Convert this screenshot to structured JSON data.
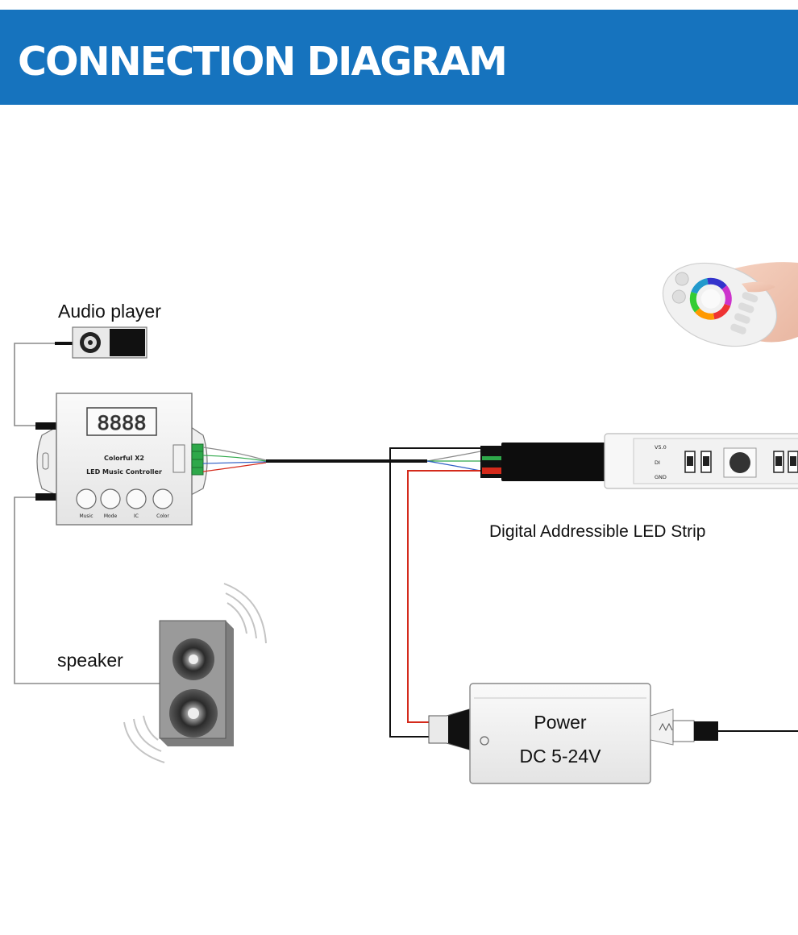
{
  "header": {
    "title": "CONNECTION DIAGRAM"
  },
  "labels": {
    "audio_player": "Audio player",
    "speaker": "speaker",
    "led_strip": "Digital Addressible LED Strip",
    "power_line1": "Power",
    "power_line2": "DC 5-24V"
  },
  "controller": {
    "display": "8888",
    "name_line1": "Colorful X2",
    "name_line2": "LED Music Controller",
    "buttons": [
      "Music",
      "Mode",
      "IC",
      "Color"
    ]
  },
  "strip": {
    "pads": [
      "V5.0",
      "DI",
      "GND"
    ]
  },
  "colors": {
    "header_bg": "#1673be",
    "wire_black": "#111111",
    "wire_red": "#d42a1b",
    "wire_gray": "#8a8a8a",
    "wire_green": "#2ea84a",
    "wire_blue": "#2f5fc4"
  }
}
